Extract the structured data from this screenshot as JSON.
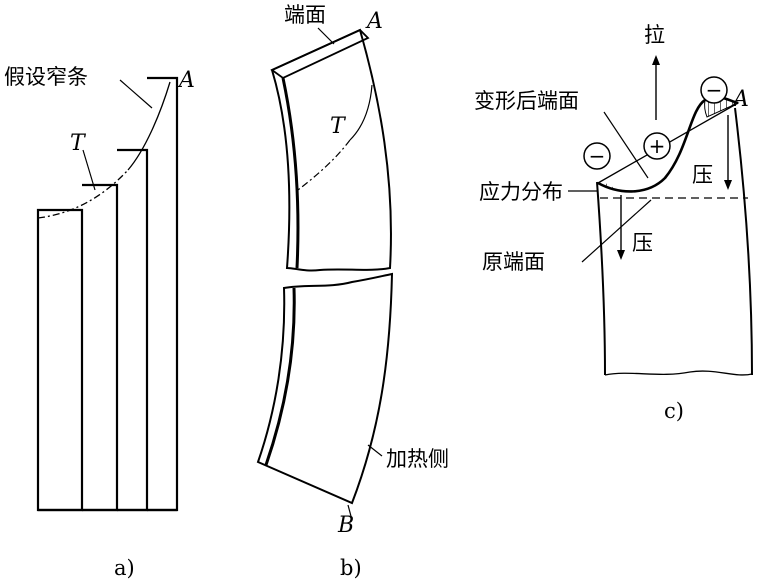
{
  "panel_a": {
    "label_assumed_strips": "假设窄条",
    "label_point_a": "A",
    "label_t": "T",
    "caption": "a)"
  },
  "panel_b": {
    "label_end_face": "端面",
    "label_point_a": "A",
    "label_t": "T",
    "label_heated_side": "加热侧",
    "label_point_b": "B",
    "caption": "b)"
  },
  "panel_c": {
    "label_tension": "拉",
    "label_deformed_end_face": "变形后端面",
    "label_stress_distribution": "应力分布",
    "label_original_end_face": "原端面",
    "label_compression_right": "压",
    "label_compression_bottom": "压",
    "label_point_a": "A",
    "sign_minus_left": "−",
    "sign_plus": "+",
    "sign_minus_right": "−",
    "caption": "c)"
  }
}
